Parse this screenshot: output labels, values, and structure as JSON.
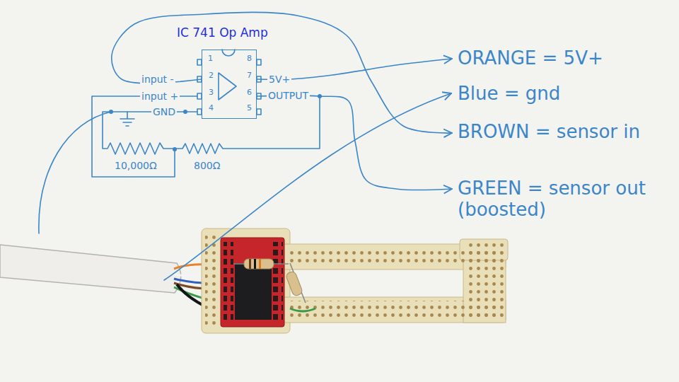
{
  "diagram": {
    "title": "IC 741 Op Amp",
    "nodes": [
      {
        "text": [
          "1",
          "8",
          "2",
          "7",
          "3",
          "6",
          "4",
          "5"
        ]
      },
      {
        "text": [
          "ORANGE = 5V+"
        ]
      },
      {
        "text": [
          "Blue = gnd"
        ]
      },
      {
        "text": [
          "BROWN = sensor in"
        ]
      },
      {
        "text": [
          "GREEN = sensor out (boosted)"
        ]
      }
    ],
    "edges": [
      {
        "from": 0,
        "to": 1,
        "arrow": "to"
      },
      {
        "from": 0,
        "to": 3,
        "arrow": "to"
      },
      {
        "from": 0,
        "to": 4,
        "arrow": "to"
      }
    ],
    "labels": [
      "input -",
      "input +",
      "GND",
      "5V+",
      "OUTPUT",
      "10,000Ω",
      "800Ω"
    ]
  }
}
